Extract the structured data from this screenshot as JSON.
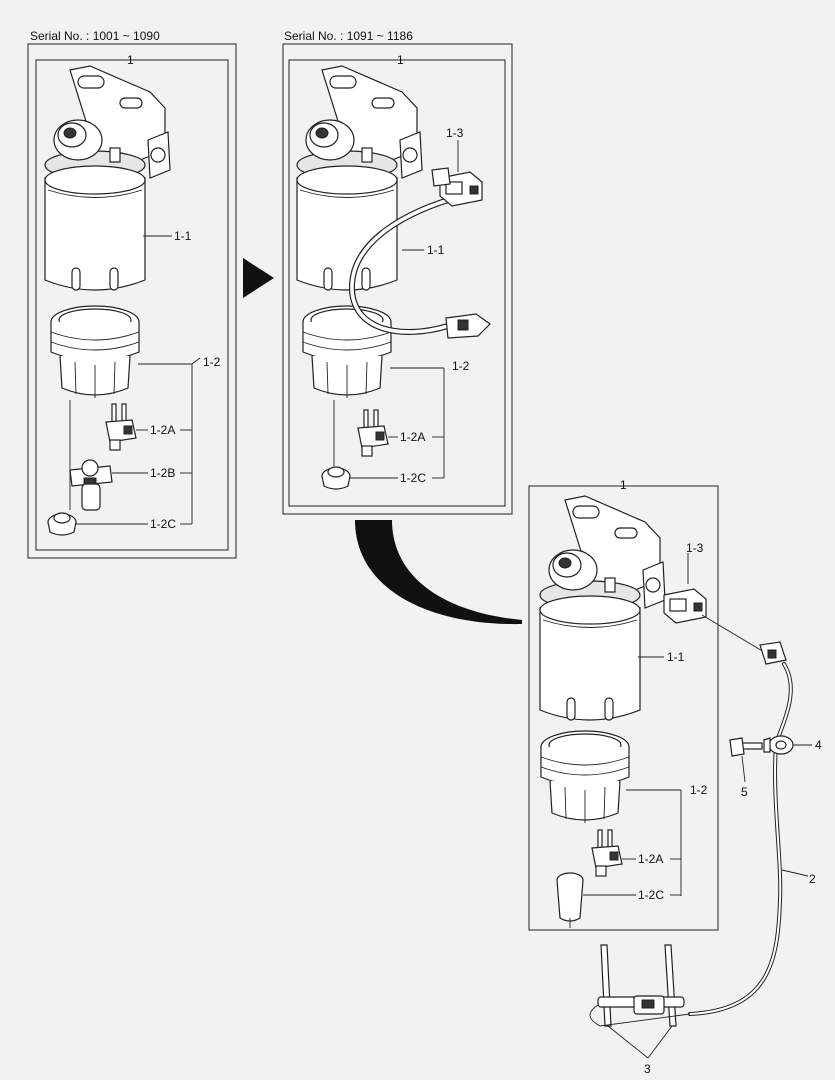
{
  "panels": {
    "old": {
      "serial": "Serial No. : 1001 ~ 1090"
    },
    "new": {
      "serial": "Serial No. : 1091 ~ 1186"
    }
  },
  "labels": {
    "assembly": "1",
    "housing": "1-1",
    "cap_assembly": "1-2",
    "sensor": "1-2A",
    "sensor_b": "1-2B",
    "drain": "1-2C",
    "connector": "1-3",
    "harness": "2",
    "tie": "3",
    "clamp": "4",
    "bolt": "5"
  },
  "icons": {
    "transition_arrow": "triangle-arrow-right-icon",
    "curved_arrow": "curved-arrow-icon"
  },
  "colors": {
    "line": "#222222",
    "background": "#f2f2f2"
  }
}
